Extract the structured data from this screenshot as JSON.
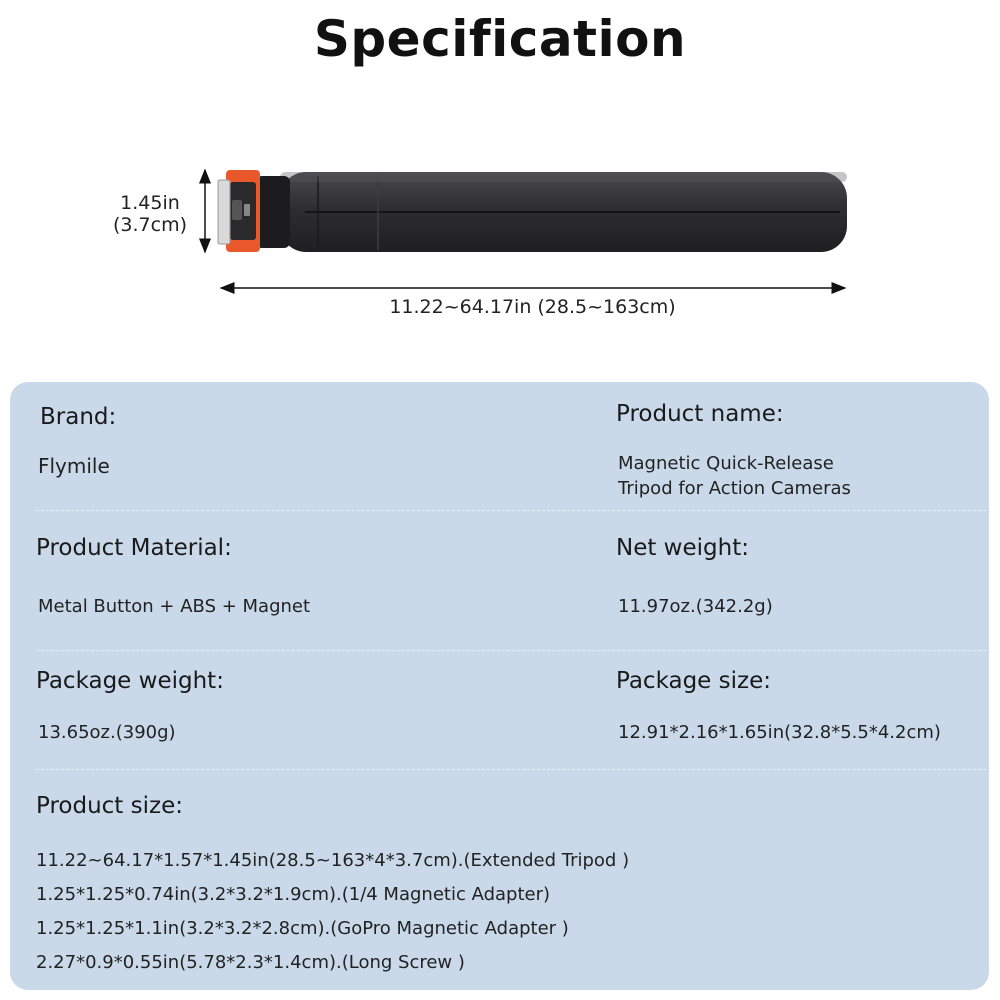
{
  "header": {
    "title": "Specification",
    "height_dim": [
      "1.45in",
      "(3.7cm)"
    ],
    "length_dim": "11.22~64.17in (28.5~163cm)"
  },
  "colors": {
    "panel": "#c9d9ea",
    "accent": "#e8582b",
    "tripod_body": "#2e2e30"
  },
  "specs": {
    "brand": {
      "label": "Brand:",
      "value": "Flymile"
    },
    "product_name": {
      "label": "Product name:",
      "value": [
        "Magnetic Quick-Release",
        "Tripod for Action Cameras"
      ]
    },
    "material": {
      "label": "Product Material:",
      "value": "Metal Button + ABS + Magnet"
    },
    "net_weight": {
      "label": "Net weight:",
      "value": "11.97oz.(342.2g)"
    },
    "package_weight": {
      "label": "Package weight:",
      "value": "13.65oz.(390g)"
    },
    "package_size": {
      "label": "Package size:",
      "value": "12.91*2.16*1.65in(32.8*5.5*4.2cm)"
    },
    "product_size": {
      "label": "Product size:",
      "lines": [
        "11.22~64.17*1.57*1.45in(28.5~163*4*3.7cm).(Extended Tripod )",
        "1.25*1.25*0.74in(3.2*3.2*1.9cm).(1/4 Magnetic Adapter)",
        "1.25*1.25*1.1in(3.2*3.2*2.8cm).(GoPro Magnetic Adapter )",
        "2.27*0.9*0.55in(5.78*2.3*1.4cm).(Long Screw )"
      ]
    }
  }
}
